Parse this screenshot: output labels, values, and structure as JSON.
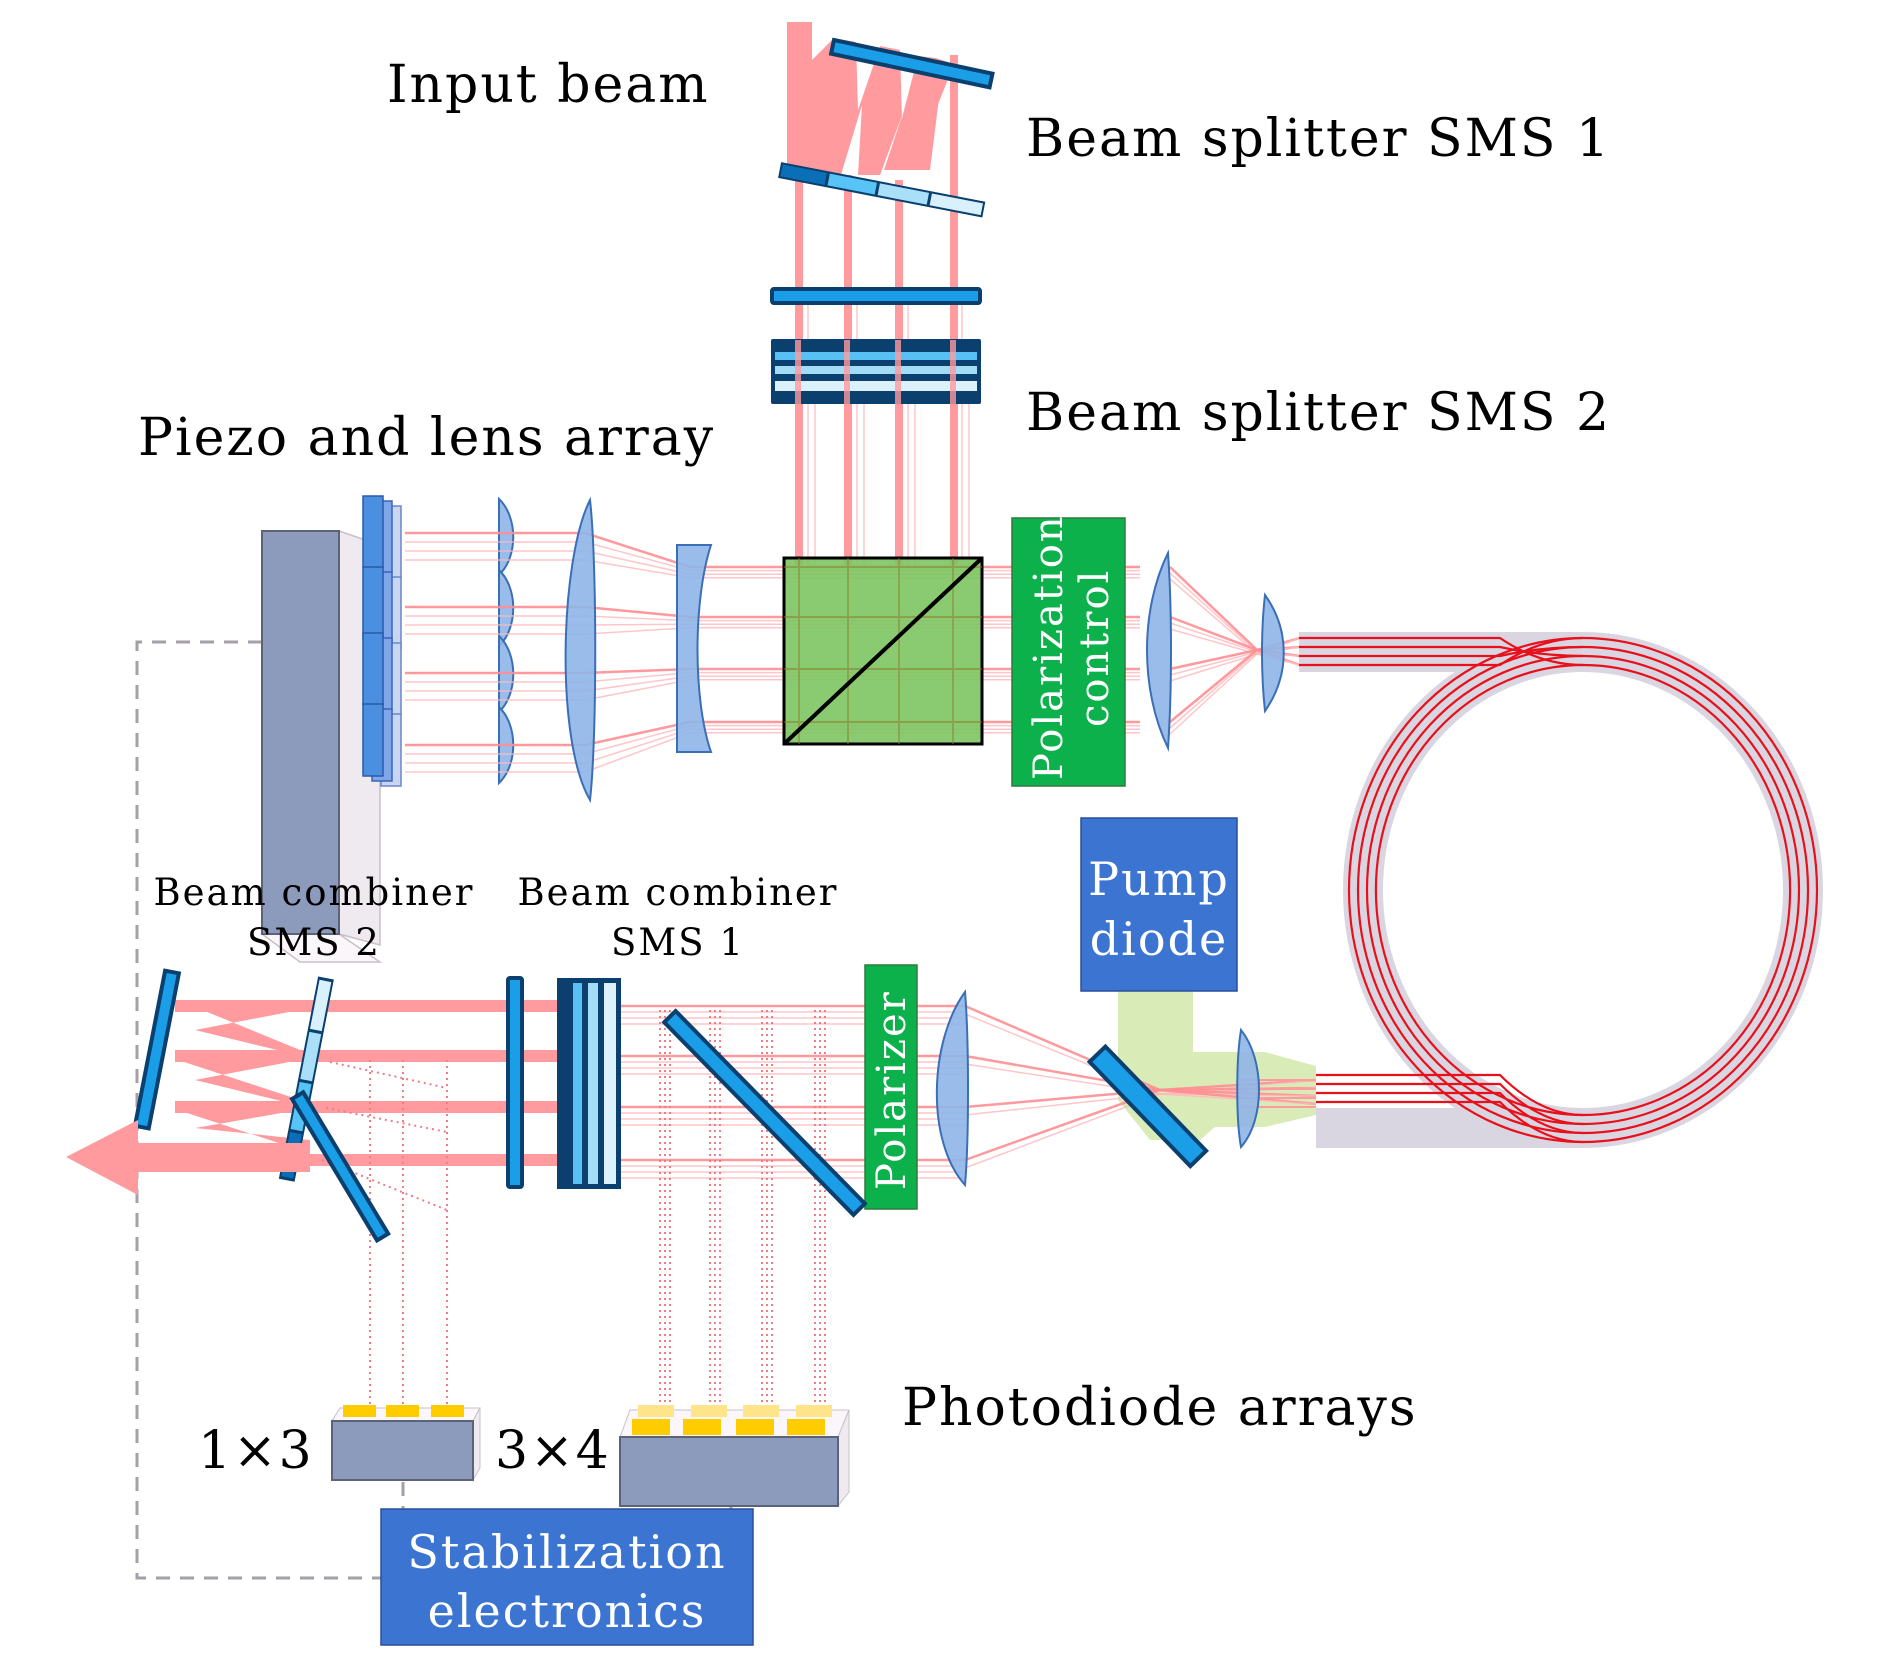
{
  "figure": {
    "title": "Coherent beam combining setup with fiber amplifier",
    "labels": {
      "input_beam": "Input beam",
      "beam_splitter_sms1": "Beam splitter SMS 1",
      "beam_splitter_sms2": "Beam splitter SMS 2",
      "piezo_lens_array": "Piezo and lens array",
      "polarization_control_line1": "Polarization",
      "polarization_control_line2": "control",
      "pump_diode_line1": "Pump",
      "pump_diode_line2": "diode",
      "beam_combiner_sms2_line1": "Beam combiner",
      "beam_combiner_sms2_line2": "SMS 2",
      "beam_combiner_sms1_line1": "Beam combiner",
      "beam_combiner_sms1_line2": "SMS 1",
      "polarizer": "Polarizer",
      "array_1x3": "1×3",
      "array_3x4": "3×4",
      "photodiode_arrays": "Photodiode arrays",
      "stabilization_line1": "Stabilization",
      "stabilization_line2": "electronics"
    },
    "colors": {
      "beam": "#ff9b9e",
      "fiber_core": "#e8101a",
      "fiber_cladding": "#d9d6e2",
      "optic_plate": "#1a9ee8",
      "optic_edge": "#0a3f6e",
      "lens": "#8fb5e8",
      "polarization_box": "#0db14b",
      "cube": "#7dc462",
      "electronics_box": "#3c74d2",
      "pump_light": "#d5eab0",
      "photodiode": "#ffcc00",
      "piezo_block": "#8c9bbb",
      "control_line": "#a59fa8"
    },
    "channel_count": 4,
    "detector_channels": {
      "array_1x3": 3,
      "array_3x4": 4
    }
  }
}
